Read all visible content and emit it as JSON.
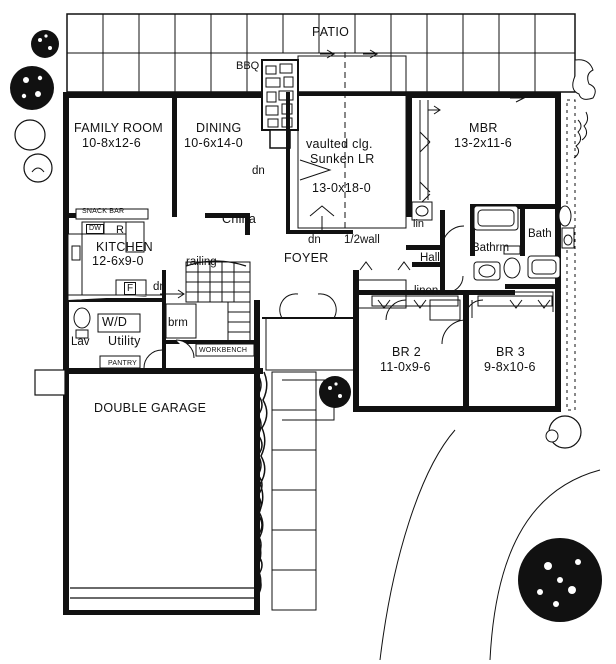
{
  "plan": {
    "labels": {
      "patio": "PATIO",
      "bbq": "BBQ",
      "family_room": "FAMILY ROOM",
      "family_room_dim": "10-8x12-6",
      "dining": "DINING",
      "dining_dim": "10-6x14-0",
      "vaulted_clg": "vaulted clg.",
      "sunken_lr": "Sunken LR",
      "sunken_lr_dim": "13-0x18-0",
      "dn_lr": "dn",
      "mbr": "MBR",
      "mbr_dim": "13-2x11-6",
      "snack_bar": "SNACK BAR",
      "dw": "DW",
      "r": "R",
      "kitchen": "KITCHEN",
      "kitchen_dim": "12-6x9-0",
      "china": "China",
      "lin": "lin",
      "bath": "Bath",
      "bathrm": "Bathrm",
      "dn_foyer": "dn",
      "half_wall": "1/2wall",
      "foyer": "FOYER",
      "railing": "railing",
      "hall": "Hall",
      "linen": "linen",
      "f": "F",
      "dn_stairs": "dn",
      "w_d": "W/D",
      "brm": "brm",
      "lav": "Lav",
      "utility": "Utility",
      "pantry": "PANTRY",
      "workbench": "WORKBENCH",
      "br2": "BR 2",
      "br2_dim": "11-0x9-6",
      "br3": "BR 3",
      "br3_dim": "9-8x10-6",
      "double_garage": "DOUBLE GARAGE"
    }
  }
}
